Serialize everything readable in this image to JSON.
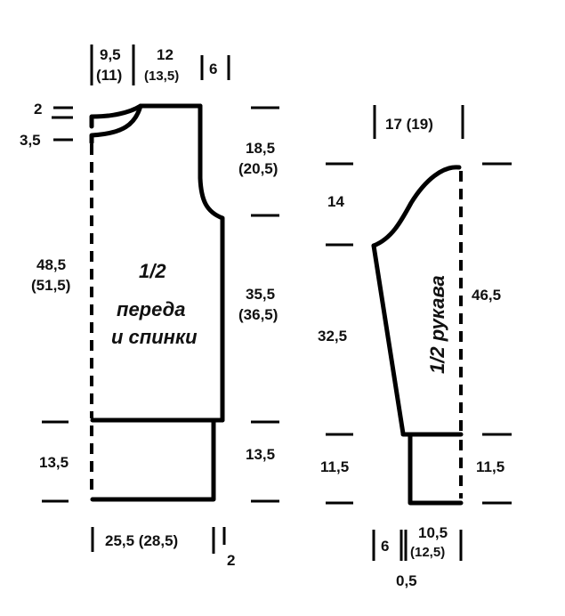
{
  "body_piece": {
    "title_line1": "1/2",
    "title_line2": "переда",
    "title_line3": "и спинки",
    "top": {
      "shoulder_left": "9,5",
      "shoulder_left_alt": "(11)",
      "neck": "12",
      "neck_alt": "(13,5)",
      "shoulder_right": "6"
    },
    "left": {
      "neck_drop_front": "2",
      "neck_drop_back": "3,5",
      "length": "48,5",
      "length_alt": "(51,5)",
      "rib": "13,5"
    },
    "right": {
      "armhole": "18,5",
      "armhole_alt": "(20,5)",
      "side": "35,5",
      "side_alt": "(36,5)",
      "rib": "13,5"
    },
    "bottom": {
      "width": "25,5 (28,5)",
      "step": "2"
    }
  },
  "sleeve_piece": {
    "title": "1/2 рукава",
    "top": {
      "width": "17 (19)"
    },
    "left": {
      "cap": "14",
      "length": "32,5",
      "cuff": "11,5"
    },
    "right": {
      "total": "46,5",
      "cuff": "11,5"
    },
    "bottom": {
      "cuff_left": "6",
      "step": "0,5",
      "cuff_right": "10,5",
      "cuff_right_alt": "(12,5)"
    }
  },
  "colors": {
    "line": "#000000",
    "text": "#111111",
    "background": "#ffffff"
  }
}
